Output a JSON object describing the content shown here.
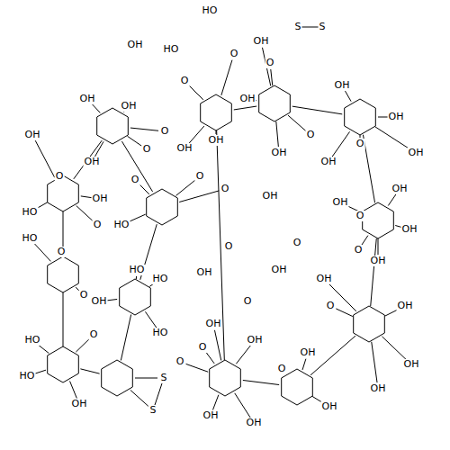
{
  "diagram": {
    "labels": [
      "HO",
      "OH",
      "S",
      "S",
      "OH",
      "OH",
      "O",
      "O",
      "OH",
      "OH",
      "O",
      "OH",
      "HO",
      "HO",
      "O",
      "O",
      "OH",
      "O",
      "HO",
      "HO",
      "OH",
      "O",
      "S",
      "S",
      "HO",
      "O",
      "OH",
      "OH",
      "O",
      "O",
      "OH",
      "O",
      "HO",
      "OH",
      "HO",
      "O",
      "O",
      "OH",
      "OH",
      "OH",
      "OH",
      "O",
      "OH",
      "OH",
      "OH",
      "OH",
      "O",
      "OH",
      "O",
      "OH",
      "OH",
      "OH",
      "O",
      "OH",
      "OH",
      "O",
      "OH",
      "OH",
      "O",
      "OH",
      "OH",
      "O",
      "OH",
      "O",
      "HO",
      "OH",
      "O",
      "OH",
      "O",
      "OH",
      "O",
      "HO"
    ]
  }
}
